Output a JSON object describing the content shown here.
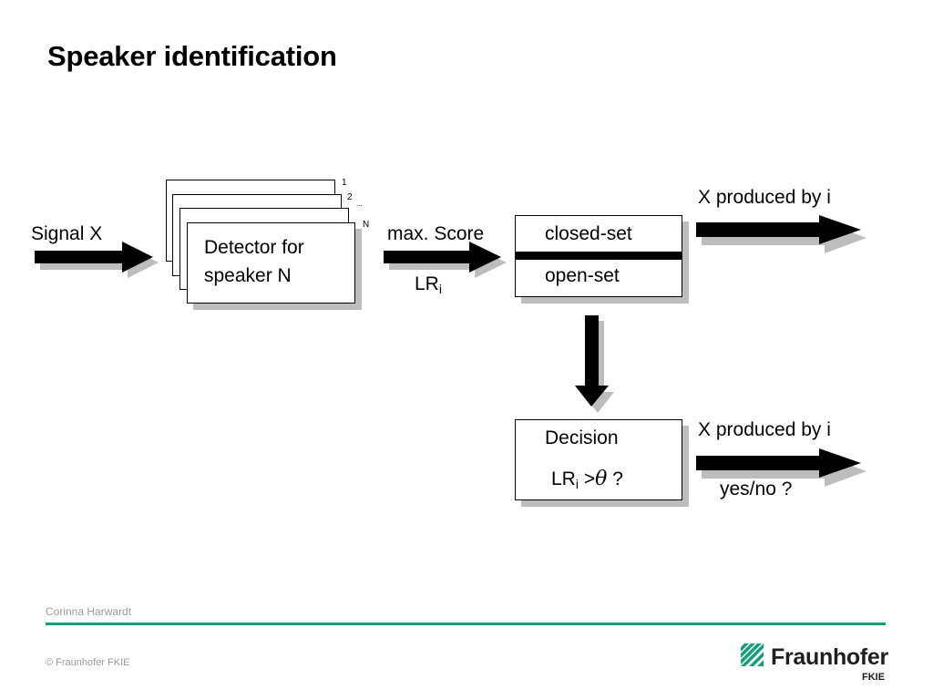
{
  "slide": {
    "title": "Speaker identification"
  },
  "diagram": {
    "input_label": "Signal X",
    "detector_label_line1": "Detector for",
    "detector_label_line2": "speaker N",
    "stack_numbers": [
      "1",
      "2",
      "...",
      "N"
    ],
    "score_label": "max. Score",
    "lr_label": "LR",
    "lr_sub": "i",
    "set_top": "closed-set",
    "set_bottom": "open-set",
    "output_top": "X produced by i",
    "decision_title": "Decision",
    "decision_lr": "LR",
    "decision_sub": "i",
    "decision_gt": ">",
    "decision_theta": "θ",
    "decision_q": "?",
    "output_bottom": "X produced by i",
    "yes_no": "yes/no ?"
  },
  "footer": {
    "author": "Corinna Harwardt",
    "copyright": "© Fraunhofer FKIE",
    "logo_name": "Fraunhofer",
    "logo_sub": "FKIE",
    "accent_color": "#179c7d"
  }
}
